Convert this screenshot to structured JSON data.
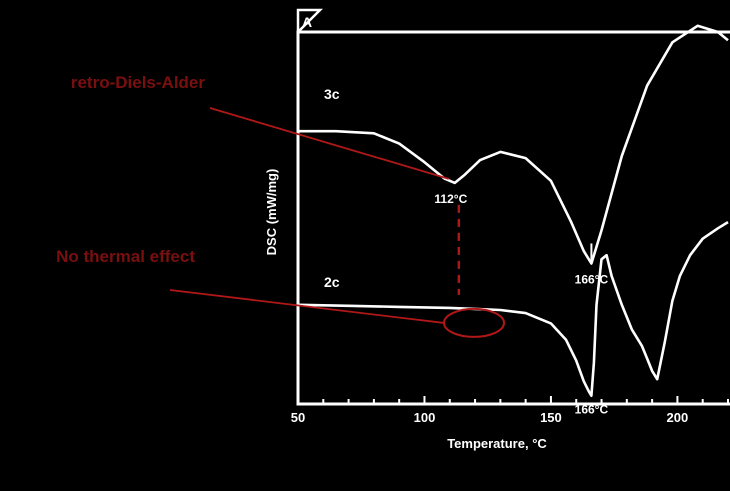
{
  "chart_data": {
    "type": "line",
    "panel_label": "A",
    "xlabel": "Temperature, °C",
    "ylabel": "DSC (mW/mg)",
    "xlim": [
      50,
      220
    ],
    "ylim": [
      -8,
      10
    ],
    "x_ticks": [
      50,
      100,
      150,
      200
    ],
    "grid": false,
    "colors": {
      "background": "#000000",
      "frame": "#ffffff",
      "curve": "#ffffff",
      "annotation": "#b01818",
      "annotation_text": "#7a0f0f"
    },
    "series": [
      {
        "name": "3c",
        "x": [
          50,
          65,
          80,
          90,
          100,
          108,
          112,
          116,
          122,
          130,
          140,
          150,
          158,
          163,
          166,
          170,
          178,
          188,
          198,
          208,
          216,
          220
        ],
        "y": [
          5.2,
          5.2,
          5.1,
          4.6,
          3.7,
          2.9,
          2.7,
          3.1,
          3.8,
          4.2,
          3.9,
          2.8,
          0.8,
          -0.6,
          -1.2,
          0.4,
          4.0,
          7.4,
          9.5,
          10.3,
          10.0,
          9.6
        ]
      },
      {
        "name": "2c",
        "x": [
          50,
          70,
          90,
          110,
          120,
          130,
          140,
          150,
          156,
          160,
          163,
          165,
          166,
          167,
          168,
          170,
          172,
          174,
          178,
          182,
          186,
          188,
          190,
          192,
          195,
          198,
          201,
          205,
          210,
          216,
          220
        ],
        "y": [
          -3.2,
          -3.25,
          -3.3,
          -3.35,
          -3.4,
          -3.45,
          -3.6,
          -4.1,
          -4.9,
          -5.9,
          -6.9,
          -7.4,
          -7.6,
          -6.0,
          -3.2,
          -1.0,
          -0.8,
          -1.8,
          -3.2,
          -4.4,
          -5.2,
          -5.8,
          -6.4,
          -6.8,
          -5.0,
          -3.0,
          -1.8,
          -0.8,
          0.0,
          0.5,
          0.8
        ]
      }
    ],
    "annotations": [
      {
        "label": "retro-Diels-Alder",
        "kind": "callout",
        "target_x": 112,
        "target_y": 2.7
      },
      {
        "label": "No thermal effect",
        "kind": "callout-ellipse",
        "target_x": 118,
        "target_y": -3.4
      },
      {
        "label": "112°C",
        "kind": "peak",
        "x": 112,
        "y": 2.7
      },
      {
        "label": "166°C",
        "kind": "peak",
        "x": 166,
        "y": -1.2
      },
      {
        "label": "166°C",
        "kind": "peak",
        "x": 166,
        "y": -7.6
      }
    ]
  }
}
